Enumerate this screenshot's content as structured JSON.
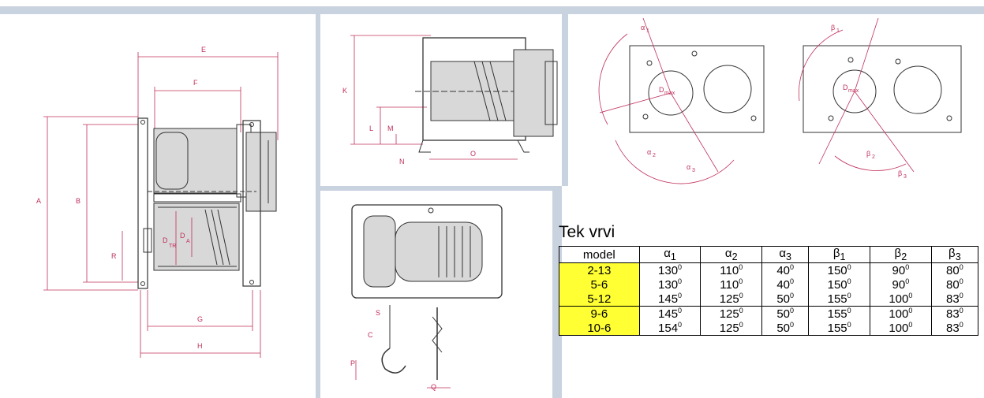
{
  "drawing_front": {
    "labels": [
      "E",
      "F",
      "A",
      "B",
      "R",
      "D",
      "TR",
      "D",
      "A",
      "G",
      "H"
    ]
  },
  "drawing_side": {
    "labels": [
      "K",
      "L",
      "M",
      "N",
      "O"
    ]
  },
  "drawing_hook": {
    "labels": [
      "S",
      "C",
      "P",
      "Q"
    ]
  },
  "angles_alpha": {
    "labels": [
      "α",
      "1",
      "α",
      "2",
      "α",
      "3",
      "D",
      "max"
    ]
  },
  "angles_beta": {
    "labels": [
      "β",
      "1",
      "β",
      "2",
      "β",
      "3",
      "D",
      "max"
    ]
  },
  "table": {
    "title": "Tek vrvi",
    "headers": [
      "model",
      "α",
      "1",
      "α",
      "2",
      "α",
      "3",
      "β",
      "1",
      "β",
      "2",
      "β",
      "3"
    ],
    "degree_mark": "0",
    "rows": [
      {
        "model": "2-13",
        "a1": "130",
        "a2": "110",
        "a3": "40",
        "b1": "150",
        "b2": "90",
        "b3": "80"
      },
      {
        "model": "5-6",
        "a1": "130",
        "a2": "110",
        "a3": "40",
        "b1": "150",
        "b2": "90",
        "b3": "80"
      },
      {
        "model": "5-12",
        "a1": "145",
        "a2": "125",
        "a3": "50",
        "b1": "155",
        "b2": "100",
        "b3": "83"
      },
      {
        "model": "9-6",
        "a1": "145",
        "a2": "125",
        "a3": "50",
        "b1": "155",
        "b2": "100",
        "b3": "83"
      },
      {
        "model": "10-6",
        "a1": "154",
        "a2": "125",
        "a3": "50",
        "b1": "155",
        "b2": "100",
        "b3": "83"
      }
    ],
    "colors": {
      "model_highlight": "#ffff33",
      "dimension_ink": "#c0305a",
      "frame": "#c9d3e0"
    }
  }
}
